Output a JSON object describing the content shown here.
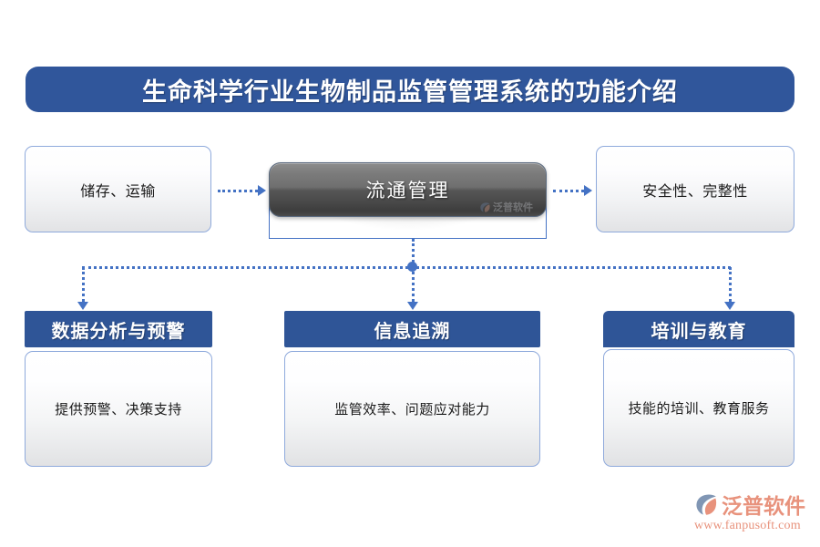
{
  "header": {
    "title": "生命科学行业生物制品监管管理系统的功能介绍",
    "accent_color": "#30569b",
    "text_color": "#ffffff"
  },
  "colors": {
    "brand_blue": "#2f5597",
    "connector_blue": "#4472c4",
    "card_border": "#8faadc",
    "hub_dark": "#555555",
    "logo_salmon": "#e8927c"
  },
  "diagram": {
    "top_row": {
      "left_card": {
        "label": "储存、运输"
      },
      "hub": {
        "label": "流通管理",
        "watermark": "泛普软件"
      },
      "right_card": {
        "label": "安全性、完整性"
      }
    },
    "connectors": {
      "left_to_hub": "dotted-arrow-right",
      "hub_to_right": "dotted-arrow-right",
      "hub_to_branches": "dotted-tree-down"
    },
    "bottom_groups": [
      {
        "header": "数据分析与预警",
        "body": "提供预警、决策支持"
      },
      {
        "header": "信息追溯",
        "body": "监管效率、问题应对能力"
      },
      {
        "header": "培训与教育",
        "body": "技能的培训、教育服务"
      }
    ]
  },
  "logo": {
    "name": "泛普软件",
    "url": "www.fanpusoft.com"
  }
}
